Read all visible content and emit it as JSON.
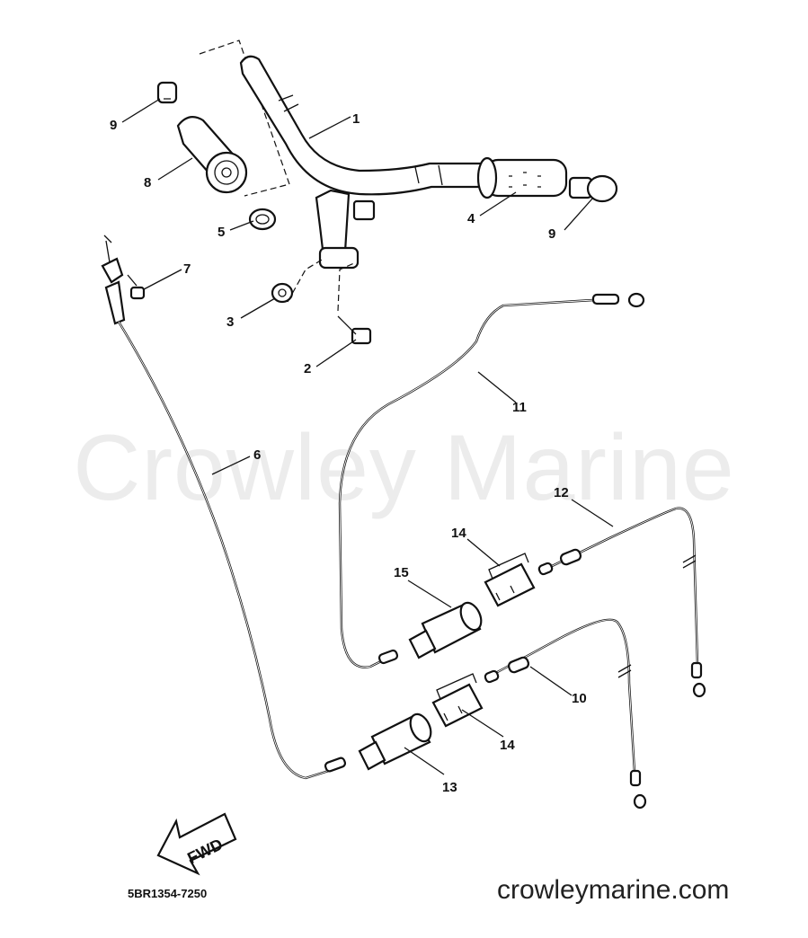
{
  "watermark": "Crowley Marine",
  "drawing_code": "5BR1354-7250",
  "website": "crowleymarine.com",
  "fwd_label": "FWD",
  "callouts": [
    "1",
    "2",
    "3",
    "4",
    "5",
    "6",
    "7",
    "8",
    "9",
    "9",
    "10",
    "11",
    "12",
    "13",
    "14",
    "14",
    "15"
  ]
}
